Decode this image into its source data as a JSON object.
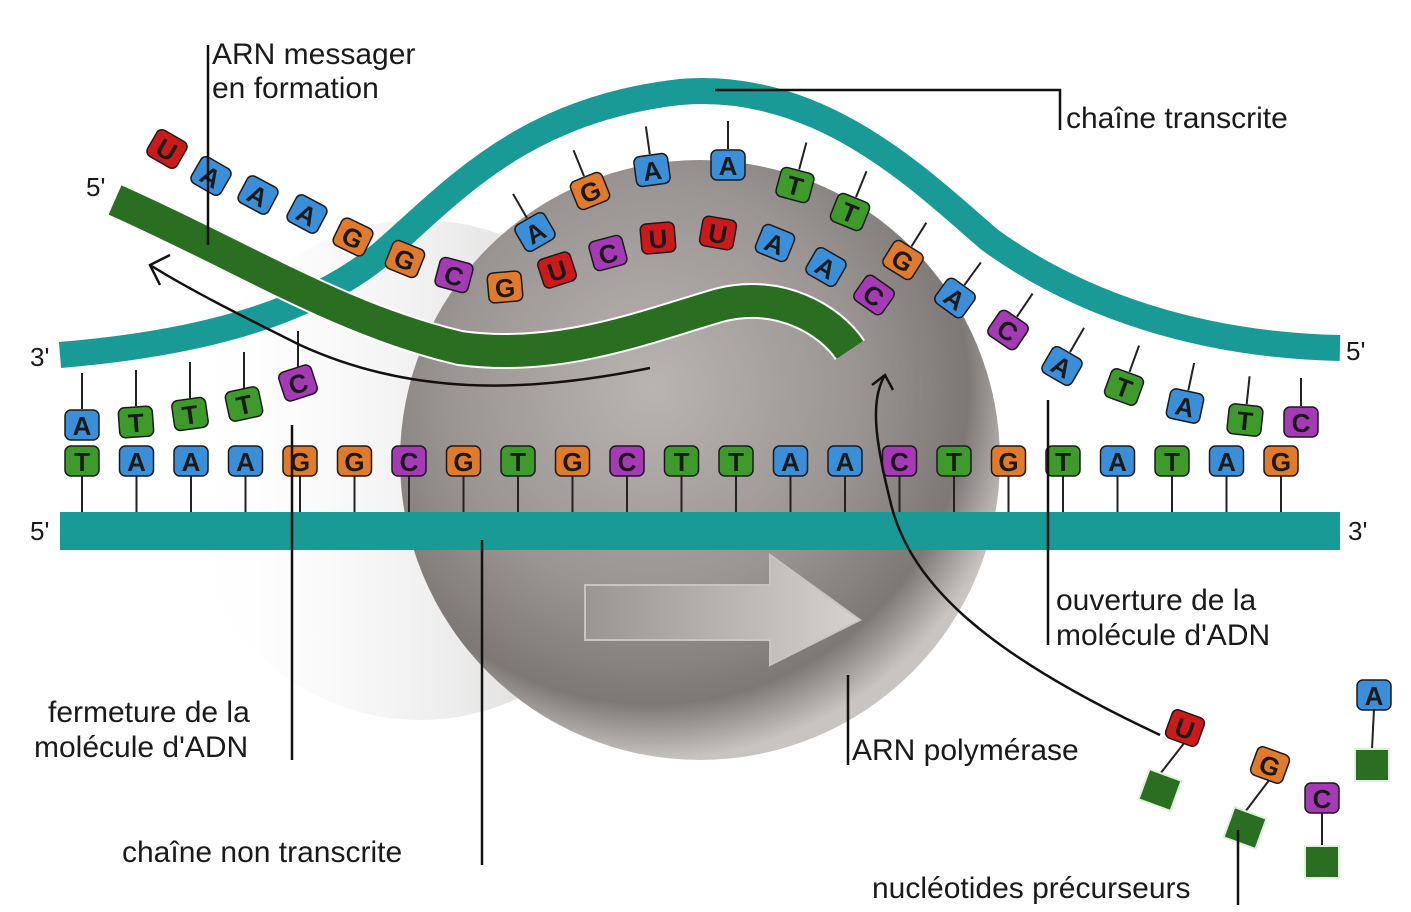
{
  "colors": {
    "A": "#3a8fd8",
    "T": "#3f9a2c",
    "G": "#e07b2e",
    "C": "#a43bb5",
    "U": "#cc1a1a",
    "dna_strand": "#1a9a96",
    "rna_strand": "#2a6e22",
    "polymerase": "#8f8a88"
  },
  "labels": {
    "arn_messager": "ARN messager",
    "en_formation": "en formation",
    "chaine_transcrite": "chaîne transcrite",
    "ouverture_1": "ouverture de la",
    "ouverture_2": "molécule d'ADN",
    "fermeture_1": "fermeture de la",
    "fermeture_2": "molécule d'ADN",
    "arn_polymerase": "ARN polymérase",
    "chaine_non_transcrite": "chaîne non transcrite",
    "nucleotides_precurseurs": "nucléotides précurseurs"
  },
  "ends": {
    "rna_5": "5'",
    "top_left_3": "3'",
    "top_right_5": "5'",
    "bottom_left_5": "5'",
    "bottom_right_3": "3'"
  },
  "sequences": {
    "non_transcribed_strand": [
      "T",
      "A",
      "A",
      "A",
      "G",
      "G",
      "C",
      "G",
      "T",
      "G",
      "C",
      "T",
      "T",
      "A",
      "A",
      "C",
      "T",
      "G",
      "T",
      "A",
      "T",
      "A",
      "G"
    ],
    "closed_template_left": [
      "A",
      "T",
      "T",
      "T",
      "C"
    ],
    "open_template_arc": [
      "A",
      "G",
      "A",
      "A",
      "T",
      "T",
      "G",
      "A",
      "C",
      "A",
      "T",
      "A",
      "T",
      "C"
    ],
    "messenger_rna": [
      "U",
      "A",
      "A",
      "A",
      "G",
      "G",
      "C",
      "G",
      "U",
      "C",
      "U",
      "U",
      "A",
      "A",
      "C"
    ],
    "precursors": [
      "U",
      "G",
      "C",
      "A"
    ]
  }
}
